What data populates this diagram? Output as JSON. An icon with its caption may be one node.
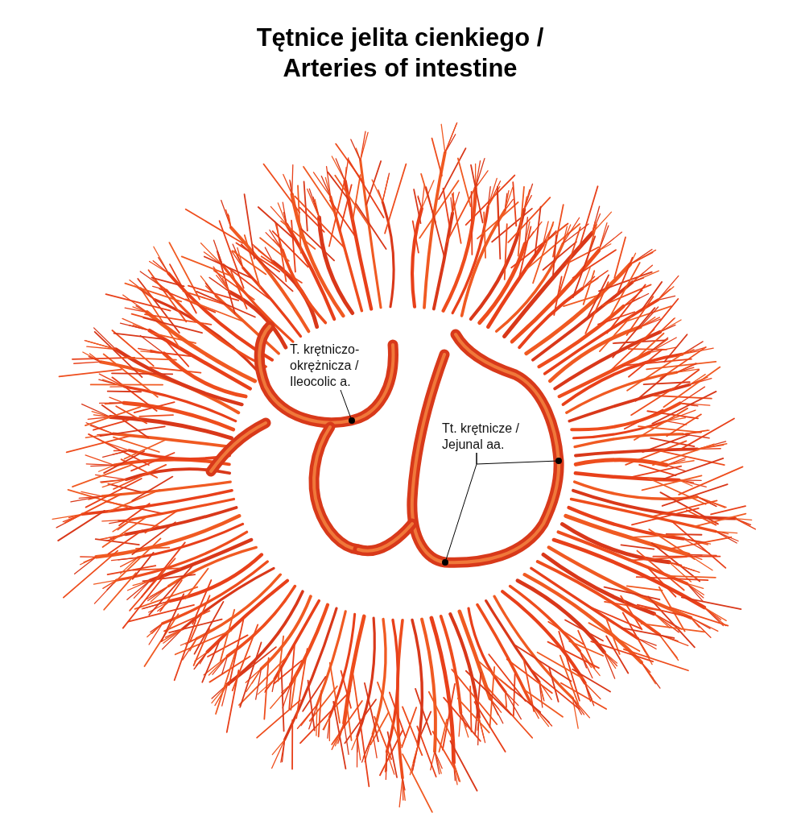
{
  "diagram": {
    "title": "Tętnice jelita cienkiego / Arteries of intestine",
    "nodes": [
      {
        "text": [
          "T. krętniczo-okrężnicza / Ileocolic a."
        ]
      },
      {
        "text": [],
        "shape": "circle"
      },
      {
        "text": [
          "Tt. krętnicze / Jejunal aa."
        ]
      },
      {
        "text": [],
        "shape": "circle"
      },
      {
        "text": [],
        "shape": "circle"
      }
    ],
    "edges": [
      {
        "from": 0,
        "to": 1,
        "arrow": "none"
      },
      {
        "from": 2,
        "to": 3,
        "arrow": "none"
      },
      {
        "from": 2,
        "to": 4,
        "arrow": "none"
      }
    ]
  }
}
